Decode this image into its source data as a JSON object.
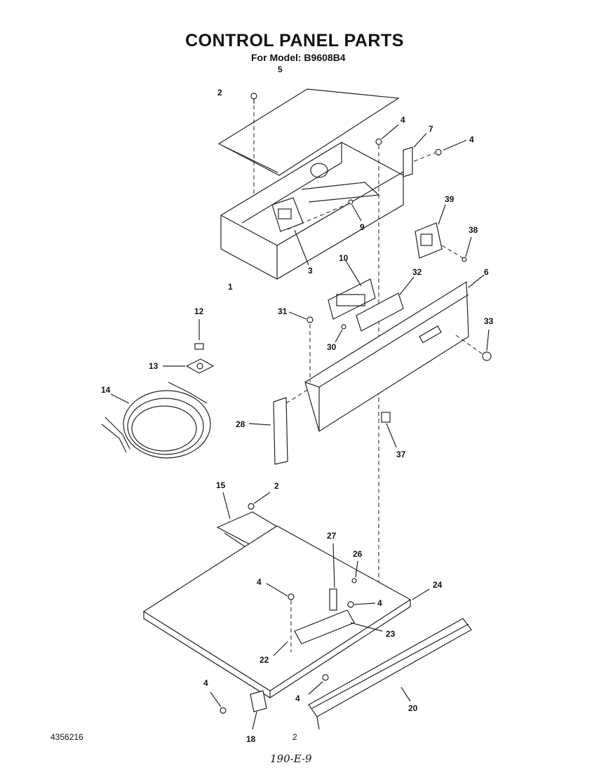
{
  "header": {
    "title": "CONTROL PANEL PARTS",
    "subtitle": "For Model: B9608B4"
  },
  "footer": {
    "doc_number": "4356216",
    "page_mark": "2",
    "handwritten_code": "190-E-9"
  },
  "callouts": [
    {
      "id": "c-5",
      "label": "5"
    },
    {
      "id": "c-2a",
      "label": "2"
    },
    {
      "id": "c-4a",
      "label": "4"
    },
    {
      "id": "c-7",
      "label": "7"
    },
    {
      "id": "c-4b",
      "label": "4"
    },
    {
      "id": "c-9",
      "label": "9"
    },
    {
      "id": "c-39",
      "label": "39"
    },
    {
      "id": "c-38",
      "label": "38"
    },
    {
      "id": "c-3",
      "label": "3"
    },
    {
      "id": "c-1",
      "label": "1"
    },
    {
      "id": "c-10",
      "label": "10"
    },
    {
      "id": "c-32",
      "label": "32"
    },
    {
      "id": "c-6",
      "label": "6"
    },
    {
      "id": "c-12",
      "label": "12"
    },
    {
      "id": "c-31",
      "label": "31"
    },
    {
      "id": "c-33",
      "label": "33"
    },
    {
      "id": "c-13",
      "label": "13"
    },
    {
      "id": "c-30",
      "label": "30"
    },
    {
      "id": "c-14",
      "label": "14"
    },
    {
      "id": "c-28",
      "label": "28"
    },
    {
      "id": "c-37",
      "label": "37"
    },
    {
      "id": "c-15",
      "label": "15"
    },
    {
      "id": "c-2b",
      "label": "2"
    },
    {
      "id": "c-27",
      "label": "27"
    },
    {
      "id": "c-26",
      "label": "26"
    },
    {
      "id": "c-4c",
      "label": "4"
    },
    {
      "id": "c-24",
      "label": "24"
    },
    {
      "id": "c-4d",
      "label": "4"
    },
    {
      "id": "c-23",
      "label": "23"
    },
    {
      "id": "c-22",
      "label": "22"
    },
    {
      "id": "c-4e",
      "label": "4"
    },
    {
      "id": "c-4f",
      "label": "4"
    },
    {
      "id": "c-20",
      "label": "20"
    },
    {
      "id": "c-18",
      "label": "18"
    }
  ]
}
